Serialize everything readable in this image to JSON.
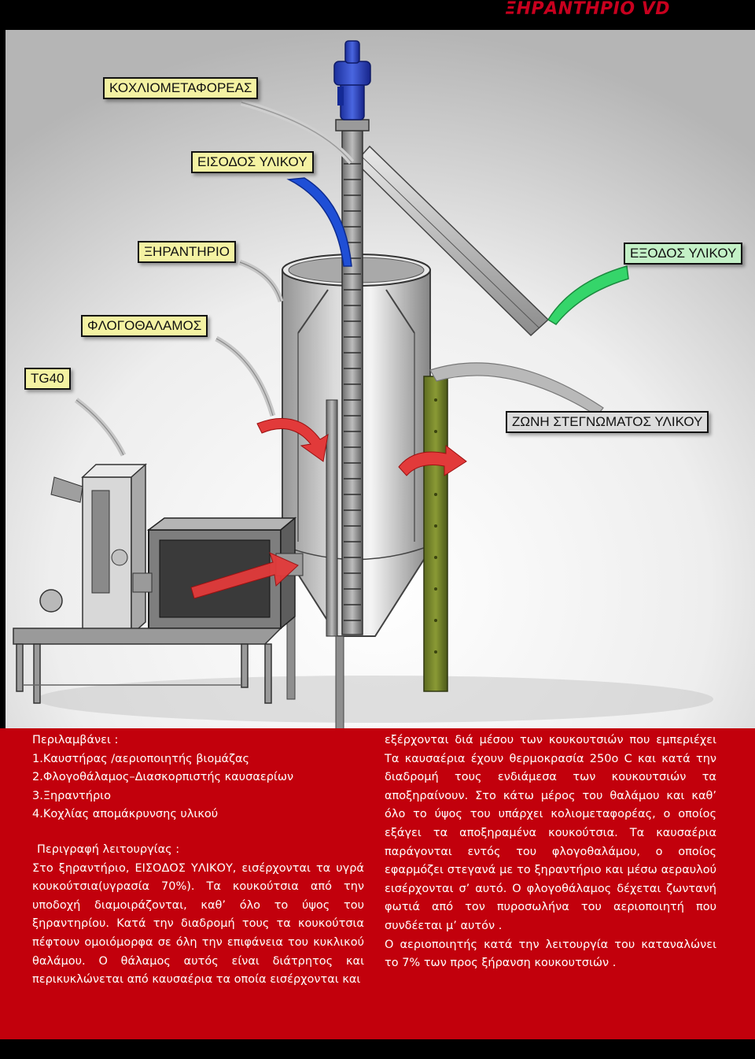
{
  "header": {
    "title": "ΞΗΡΑΝΤΗΡΙΟ VD"
  },
  "callouts": {
    "auger": "ΚΟΧΛΙΟΜΕΤΑΦΟΡΕΑΣ",
    "material_in": "ΕΙΣΟΔΟΣ ΥΛΙΚΟΥ",
    "dryer": "ΞΗΡΑΝΤΗΡΙΟ",
    "material_out": "ΕΞΟΔΟΣ ΥΛΙΚΟΥ",
    "combustion_chamber": "ΦΛΟΓΟΘΑΛΑΜΟΣ",
    "tg40": "TG40",
    "drying_zone": "ΖΩΝΗ ΣΤΕΓΝΩΜΑΤΟΣ ΥΛΙΚΟΥ"
  },
  "colors": {
    "title": "#c8001e",
    "panel_bg": "#c2000c",
    "callout_yellow": "#f4f2a2",
    "callout_green": "#c3f0c6",
    "callout_gray": "#dcdcdc",
    "arrow_blue": "#1f4fd6",
    "arrow_green": "#35d56a",
    "arrow_red": "#e23a3a"
  },
  "contents": {
    "heading": "Περιλαμβάνει :",
    "items": [
      "1.Καυστήρας /αεριοποιητής βιομάζας",
      "2.Φλογοθάλαμος–Διασκορπιστής καυσαερίων",
      "3.Ξηραντήριο",
      "4.Κοχλίας απομάκρυνσης υλικού"
    ]
  },
  "description": {
    "heading": "Περιγραφή λειτουργίας :",
    "left_text": "Στο ξηραντήριο, ΕΙΣΟΔΟΣ ΥΛΙΚΟΥ, εισέρχονται τα υγρά κουκούτσια(υγρασία 70%). Τα κουκούτσια από την υποδοχή διαμοιράζονται, καθ’ όλο το ύψος του ξηραντηρίου. Κατά την διαδρομή τους τα κουκούτσια πέφτουν ομοιόμορφα σε όλη την επιφάνεια του κυκλικού θαλάμου. Ο θάλαμος αυτός είναι διάτρητος και περικυκλώνεται από καυσαέρια τα οποία εισέρχονται και",
    "right_para1": "εξέρχονται διά μέσου των κουκουτσιών που εμπεριέχει Τα καυσαέρια έχουν θερμοκρασία 250ο C και κατά την διαδρομή τους ενδιάμεσα των κουκουτσιών τα αποξηραίνουν. Στο κάτω μέρος του θαλάμου και καθ’ όλο το ύψος του υπάρχει κολιομεταφορέας, ο οποίος εξάγει τα αποξηραμένα κουκούτσια. Τα καυσαέρια παράγονται εντός του φλογοθαλάμου, ο οποίος εφαρμόζει στεγανά με το ξηραντήριο και μέσω αεραυλού εισέρχονται σ’ αυτό. Ο φλογοθάλαμος δέχεται ζωντανή φωτιά από τον πυροσωλήνα του αεριοποιητή που συνδέεται μ’ αυτόν .",
    "right_para2": "Ο αεριοποιητής κατά την λειτουργία του καταναλώνει το 7% των προς ξήρανση κουκουτσιών ."
  }
}
